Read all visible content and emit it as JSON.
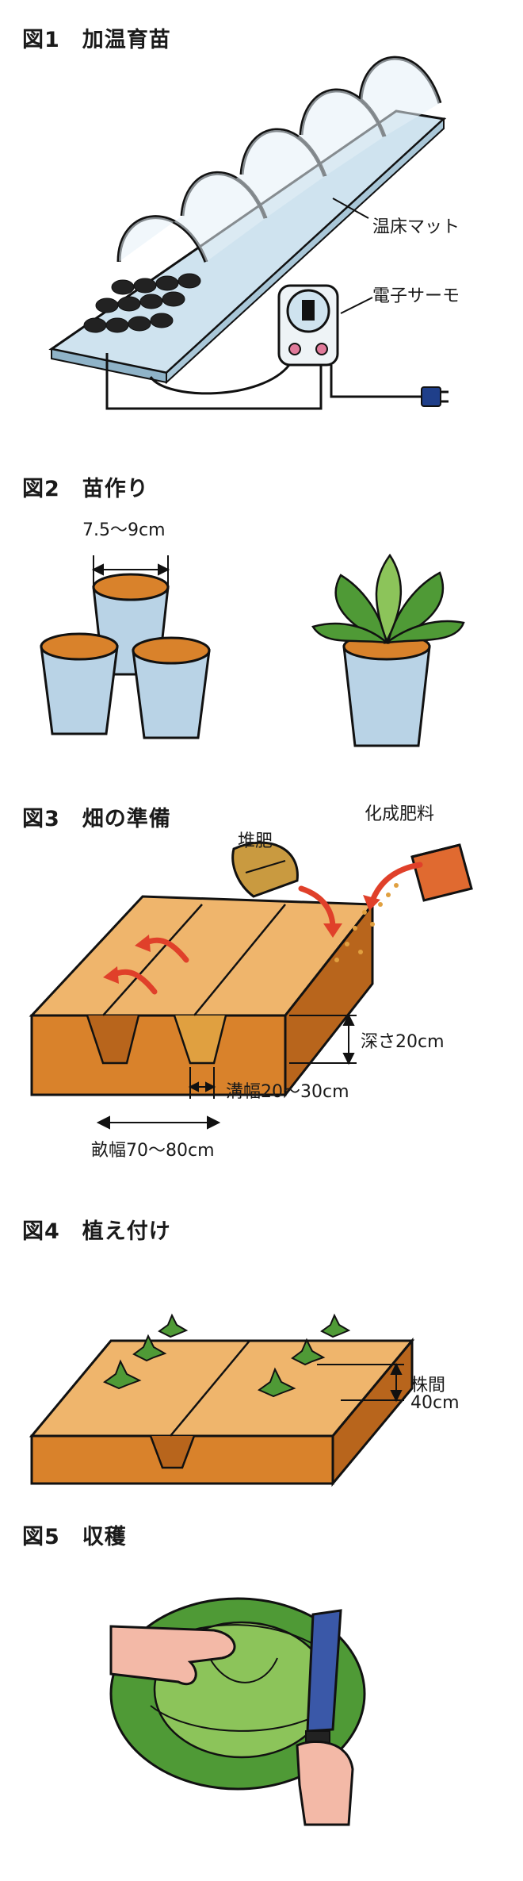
{
  "figures": [
    {
      "title": "図1　加温育苗",
      "labels": {
        "mat": "温床マット",
        "thermo": "電子サーモ"
      }
    },
    {
      "title": "図2　苗作り",
      "labels": {
        "pot_size": "7.5〜9cm"
      }
    },
    {
      "title": "図3　畑の準備",
      "labels": {
        "compost": "堆肥",
        "fertilizer": "化成肥料",
        "depth": "深さ20cm",
        "trench": "溝幅20〜30cm",
        "ridge": "畝幅70〜80cm"
      }
    },
    {
      "title": "図4　植え付け",
      "labels": {
        "spacing_1": "株間",
        "spacing_2": "40cm"
      }
    },
    {
      "title": "図5　収穫",
      "labels": {}
    }
  ],
  "colors": {
    "soil": "#d9822b",
    "soil_dark": "#b8651c",
    "soil_light": "#efb56c",
    "leaf": "#4f9a36",
    "leaf_light": "#8cc45a",
    "pot": "#b9d3e6",
    "mat": "#cfe3ef",
    "arrow": "#e0402a",
    "skin": "#f3b9a7",
    "blade": "#3a58a8"
  }
}
